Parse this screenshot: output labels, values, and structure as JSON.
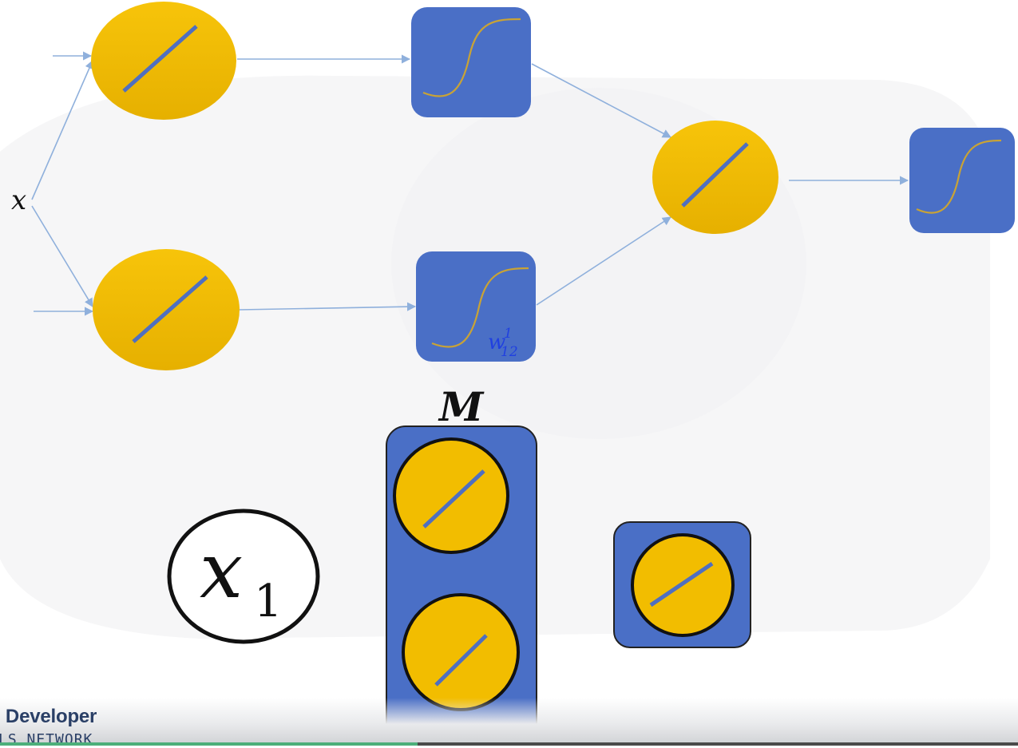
{
  "diagram": {
    "nodes": [
      {
        "id": "linear-1",
        "kind": "linear"
      },
      {
        "id": "sigmoid-1",
        "kind": "sigmoid"
      },
      {
        "id": "linear-2",
        "kind": "linear"
      },
      {
        "id": "sigmoid-2",
        "kind": "sigmoid",
        "label": "w¹₁₂"
      },
      {
        "id": "linear-out",
        "kind": "linear"
      },
      {
        "id": "sigmoid-out",
        "kind": "sigmoid"
      }
    ],
    "edges": [
      {
        "from": "input",
        "to": "linear-1"
      },
      {
        "from": "input",
        "to": "linear-2"
      },
      {
        "from": "linear-1",
        "to": "sigmoid-1"
      },
      {
        "from": "linear-2",
        "to": "sigmoid-2"
      },
      {
        "from": "sigmoid-1",
        "to": "linear-out"
      },
      {
        "from": "sigmoid-2",
        "to": "linear-out"
      },
      {
        "from": "linear-out",
        "to": "sigmoid-out"
      }
    ],
    "input_label_partial": "x",
    "weight_label": {
      "base": "w",
      "sup": "1",
      "sub": "12"
    },
    "matrix_label": "M",
    "x_label": {
      "base": "x",
      "sub": "1"
    }
  },
  "colors": {
    "node_yellow": "#f2bd00",
    "box_blue": "#4a6fc6",
    "slash_blue": "#4f6fc0",
    "curve_gold": "#c9a335",
    "arrow_blue": "#8fb0dc",
    "weight_label": "#2040e0"
  },
  "footer": {
    "brand_line1": "l Developer",
    "brand_line2": "LS NETWORK",
    "progress": 0.41
  }
}
